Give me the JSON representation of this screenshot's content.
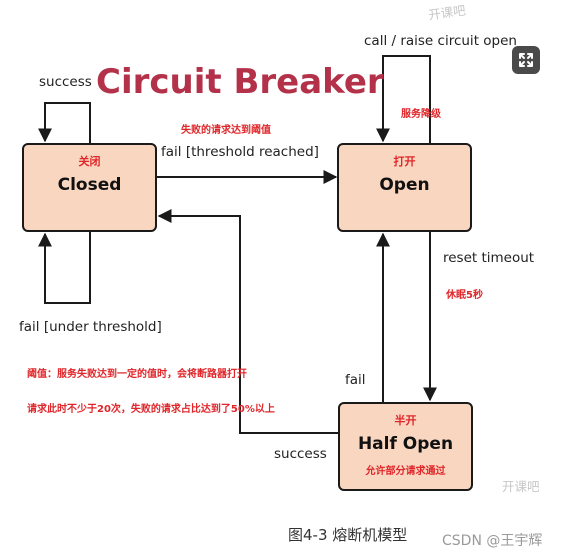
{
  "title": "Circuit Breaker",
  "states": {
    "closed": {
      "label_cn": "关闭",
      "label": "Closed"
    },
    "open": {
      "label_cn": "打开",
      "label": "Open",
      "note": "服务降级"
    },
    "half_open": {
      "label_cn": "半开",
      "label": "Half Open",
      "note": "允许部分请求通过"
    }
  },
  "transitions": {
    "closed_success": "success",
    "closed_to_open": "fail [threshold reached]",
    "closed_to_open_cn": "失败的请求达到阈值",
    "closed_fail_under": "fail [under threshold]",
    "open_self": "call / raise circuit open",
    "open_to_half": "reset timeout",
    "open_to_half_cn": "休眠5秒",
    "half_to_open": "fail",
    "half_to_closed": "success"
  },
  "notes": {
    "threshold_def": "阈值：服务失败达到一定的值时，会将断路器打开",
    "threshold_example": "请求此时不少于20次，失败的请求占比达到了50%以上"
  },
  "watermarks": [
    "开课吧",
    "开课吧"
  ],
  "caption": "图4-3 熔断机模型",
  "credit": "CSDN @王宇辉",
  "icons": {
    "expand": "expand-icon"
  },
  "colors": {
    "state_fill": "#f9d6c0",
    "title": "#b3324a",
    "annotation": "#e0262a"
  }
}
